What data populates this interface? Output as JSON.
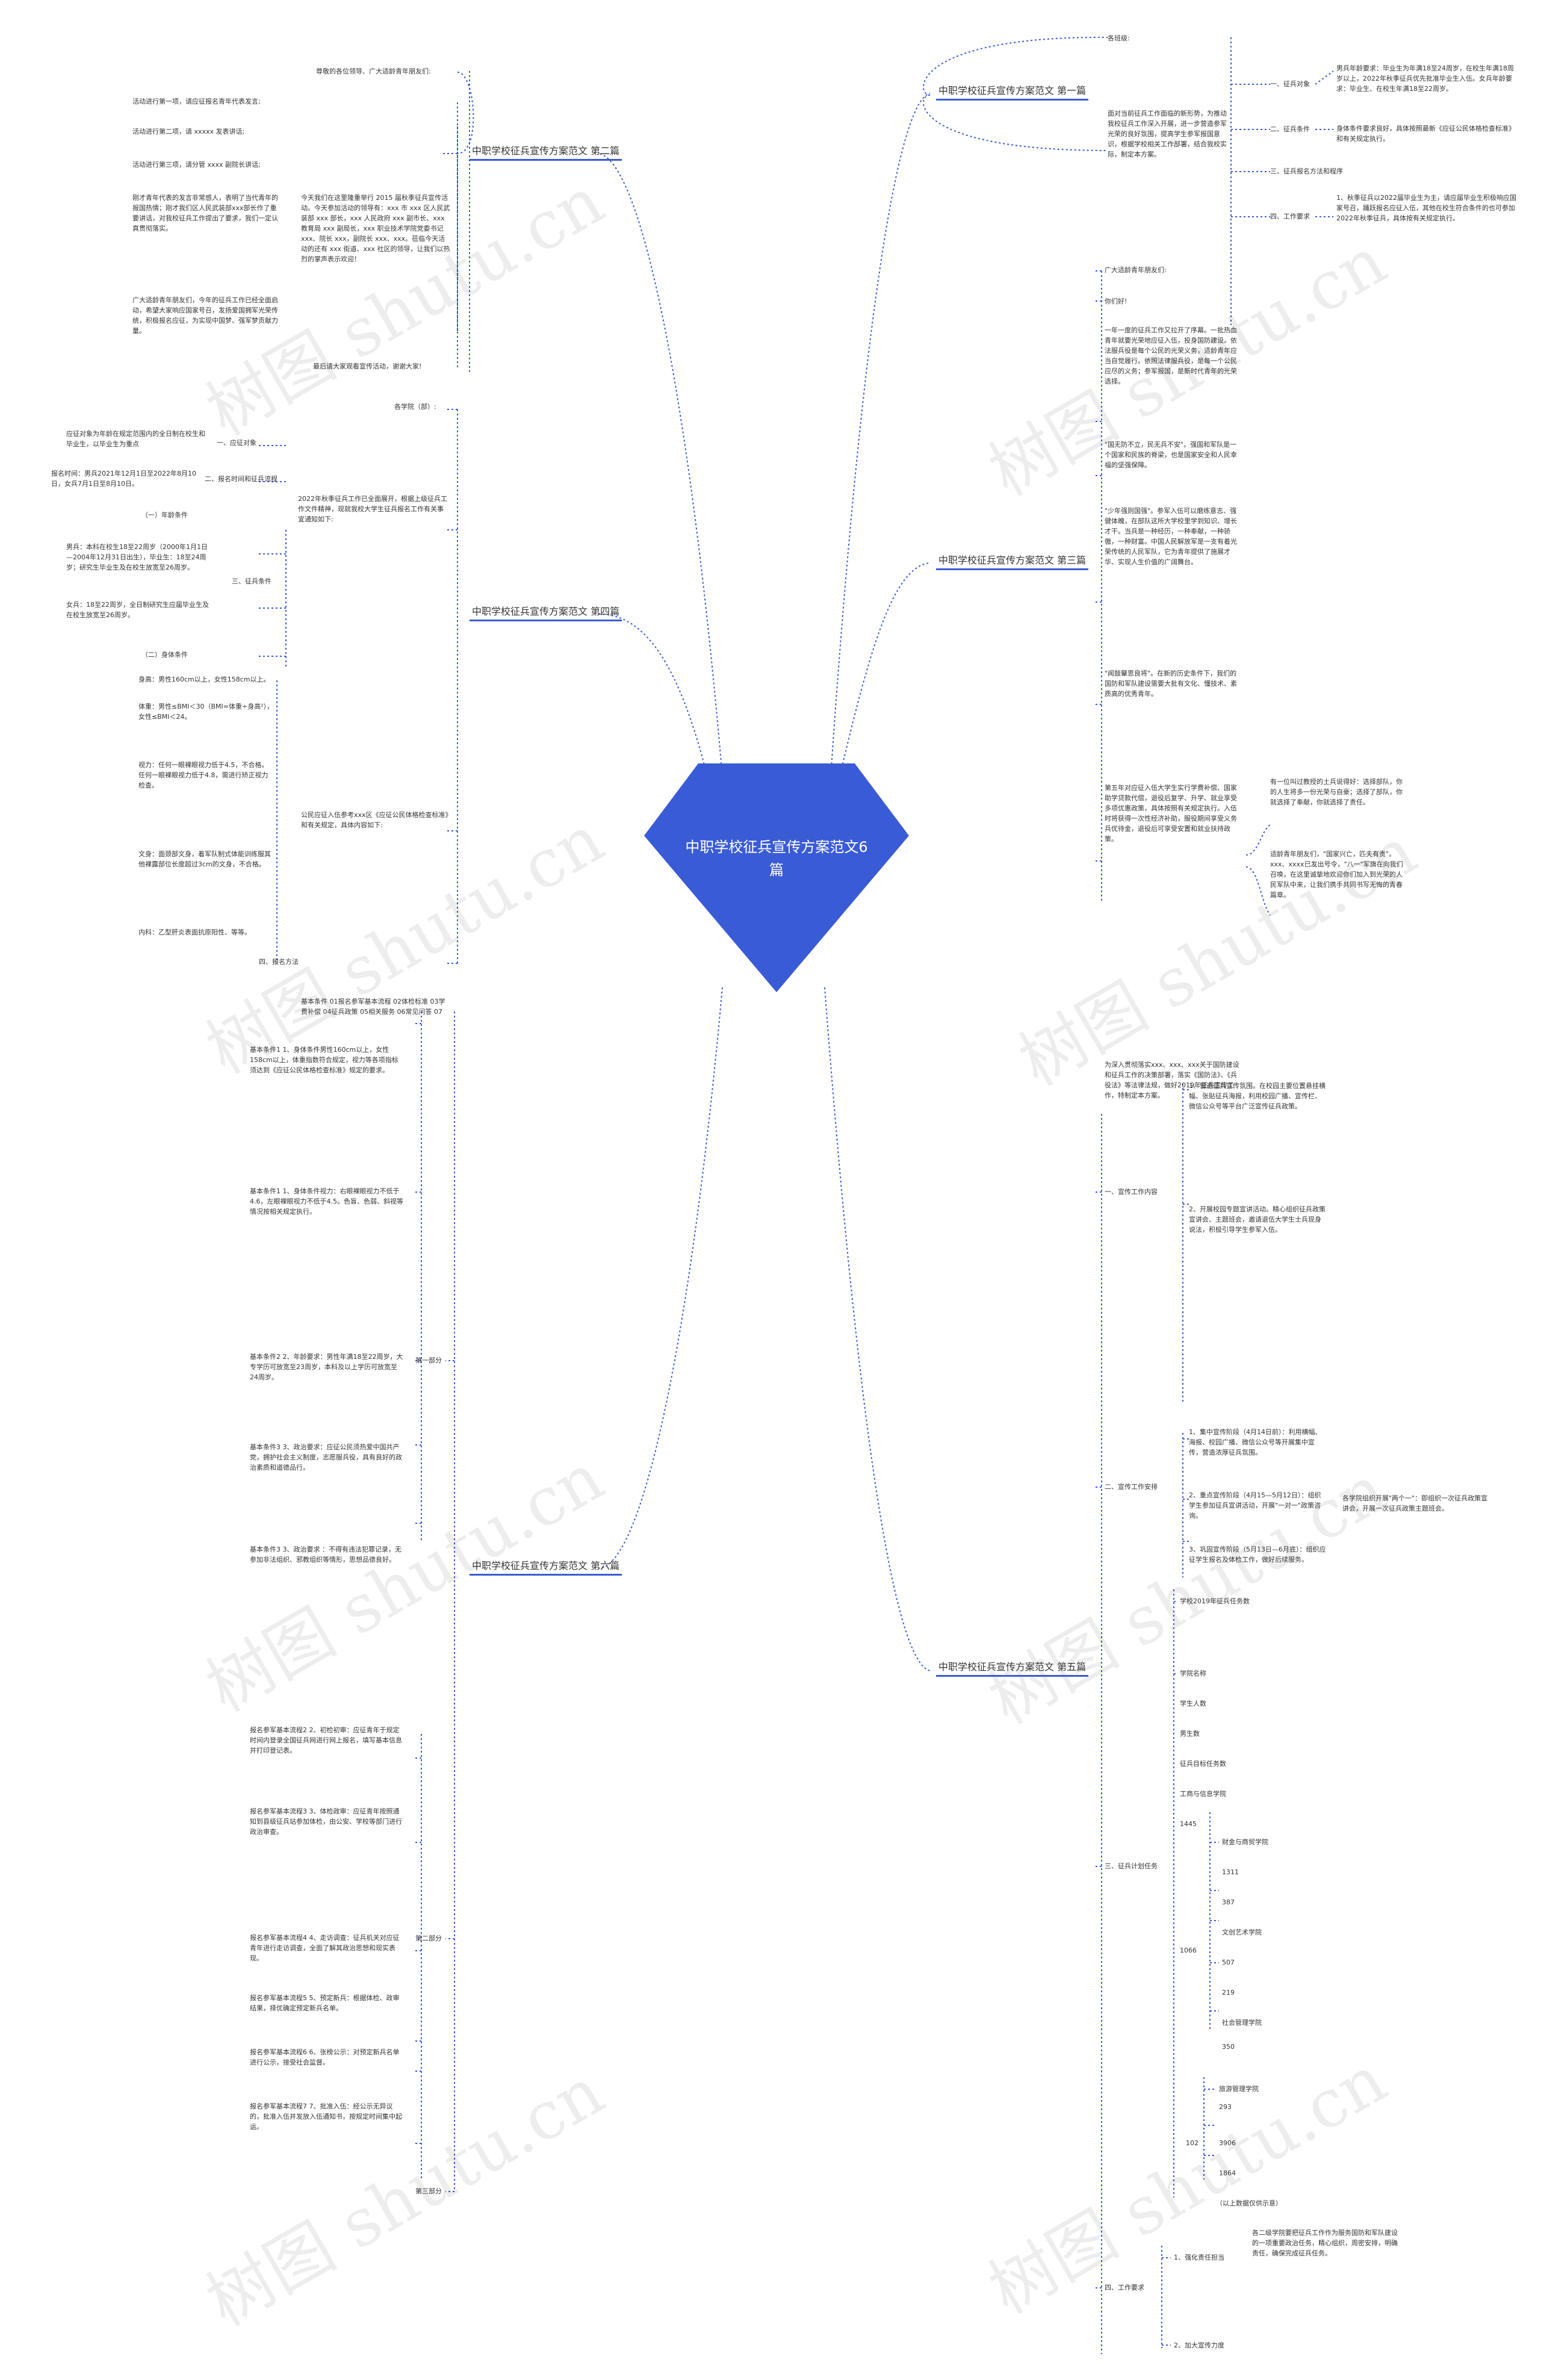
{
  "title": "中职学校征兵宣传方案范文6篇",
  "watermark": "树图 shutu.cn",
  "colors": {
    "center": "#3a5bd6",
    "edge": "#3a5bd6",
    "text": "#333333"
  },
  "branches": {
    "b1": "中职学校征兵宣传方案范文 第一篇",
    "b2": "中职学校征兵宣传方案范文 第二篇",
    "b3": "中职学校征兵宣传方案范文 第三篇",
    "b4": "中职学校征兵宣传方案范文 第四篇",
    "b5": "中职学校征兵宣传方案范文 第五篇",
    "b6": "中职学校征兵宣传方案范文 第六篇"
  },
  "b1": {
    "n1": "各班级:",
    "n2": "面对当前征兵工作面临的新形势，为推动我校征兵工作深入开展，进一步营造参军光荣的良好氛围，提高学生参军报国意识，根据学校相关工作部署，结合我校实际，制定本方案。",
    "n3": "一、征兵对象",
    "n3a": "男兵年龄要求：毕业生为年满18至24周岁，在校生年满18周岁以上，2022年秋季征兵优先批准毕业生入伍。女兵年龄要求：毕业生、在校生年满18至22周岁。",
    "n4": "二、征兵条件",
    "n4a": "身体条件要求良好，具体按照最新《应征公民体格检查标准》和有关规定执行。",
    "n5": "三、征兵报名方法和程序",
    "n6": "四、工作要求",
    "n6a": "1、秋季征兵以2022届毕业生为主，请应届毕业生积极响应国家号召，踊跃报名应征入伍，其他在校生符合条件的也可参加2022年秋季征兵，具体按有关规定执行。"
  },
  "b2": {
    "n1": "尊敬的各位领导、广大适龄青年朋友们:",
    "n2": "活动进行第一项，请应征报名青年代表发言;",
    "n3": "活动进行第二项，请 xxxxx 发表讲话;",
    "n4": "活动进行第三项，请分管 xxxx 副院长讲话;",
    "n5": "今天我们在这里隆重举行 2015 届秋季征兵宣传活动。今天参加活动的领导有：xxx 市 xxx 区人民武装部 xxx 部长，xxx 人民政府 xxx 副市长、xxx 教育局 xxx 副局长，xxx 职业技术学院党委书记 xxx、院长 xxx，副院长 xxx、xxx。莅临今天活动的还有 xxx 街道、xxx 社区的领导，让我们以热烈的掌声表示欢迎！",
    "n6": "刚才青年代表的发言非常感人，表明了当代青年的报国热情；刚才我们区人民武装部xxx部长作了重要讲话，对我校征兵工作提出了要求，我们一定认真贯彻落实。",
    "n7": "广大适龄青年朋友们，今年的征兵工作已经全面启动，希望大家响应国家号召，发扬爱国拥军光荣传统，积极报名应征，为实现中国梦、强军梦贡献力量。",
    "n8": "最后请大家观看宣传活动，谢谢大家!"
  },
  "b3": {
    "n1": "广大适龄青年朋友们:",
    "n2": "你们好!",
    "n3": "一年一度的征兵工作又拉开了序幕。一批热血青年就要光荣地应征入伍，投身国防建设。依法服兵役是每个公民的光荣义务，适龄青年应当自觉履行。依照法律服兵役，是每一个公民应尽的义务；参军报国，是新时代青年的光荣选择。",
    "n4": "\"国无防不立，民无兵不安\"。强国和军队是一个国家和民族的脊梁，也是国家安全和人民幸福的坚强保障。",
    "n5": "\"少年强则国强\"。参军入伍可以磨练意志、强健体魄，在部队这所大学校里学到知识、增长才干。当兵是一种经历，一种奉献，一种骄傲，一种财富。中国人民解放军是一支有着光荣传统的人民军队，它为青年提供了施展才华、实现人生价值的广阔舞台。",
    "n6": "\"闻鼓鼙思良将\"。在新的历史条件下，我们的国防和军队建设需要大批有文化、懂技术、素质高的优秀青年。",
    "n7": "第五年对应征入伍大学生实行学费补偿、国家助学贷款代偿，退役后复学、升学、就业享受多项优惠政策，具体按照有关规定执行。入伍时将获得一次性经济补助，服役期间享受义务兵优待金，退役后可享受安置和就业扶持政策。",
    "n8": "有一位叫过教授的土兵说得好：选择部队，你的人生将多一份光荣与自豪；选择了部队，你就选择了奉献，你就选择了责任。",
    "n9": "适龄青年朋友们，\"国家兴亡，匹夫有责\"。xxx、xxxx已发出号令，\"八一\"军旗在向我们召唤，在这里诚挚地欢迎你们加入到光荣的人民军队中来，让我们携手共同书写无悔的青春篇章。"
  },
  "b4": {
    "n1": "各学院（部）:",
    "n2": "2022年秋季征兵工作已全面展开，根据上级征兵工作文件精神，现就我校大学生征兵报名工作有关事宜通知如下:",
    "n3": "一、应征对象",
    "n3a": "应征对象为年龄在规定范围内的全日制在校生和毕业生，以毕业生为重点",
    "n4": "二、报名时间和征兵流程",
    "n4a": "报名时间：男兵2021年12月1日至2022年8月10日，女兵7月1日至8月10日。",
    "n5": "三、征兵条件",
    "n5a": "（一）年龄条件",
    "n5b": "男兵：本科在校生18至22周岁（2000年1月1日—2004年12月31日出生），毕业生：18至24周岁；研究生毕业生及在校生放宽至26周岁。",
    "n5c": "女兵：18至22周岁，全日制研究生应届毕业生及在校生放宽至26周岁。",
    "n5d": "（二）身体条件",
    "n5e": "身高：男性160cm以上，女性158cm以上。",
    "n5f": "体重：男性≤BMI＜30（BMI=体重÷身高²），女性≤BMI＜24。",
    "n5g": "视力：任何一眼裸眼视力低于4.5，不合格。任何一眼裸眼视力低于4.8，需进行矫正视力检查。",
    "n5h": "文身：面颈部文身，着军队制式体能训练服其他裸露部位长度超过3cm的文身，不合格。",
    "n5i": "内科：乙型肝炎表面抗原阳性、等等。",
    "n6": "公民应征入伍参考xxx区《应征公民体格检查标准》和有关规定，具体内容如下:",
    "n7": "四、报名方法"
  },
  "b5": {
    "n1": "为深入贯彻落实xxx、xxx、xxx关于国防建设和征兵工作的决策部署，落实《国防法》、《兵役法》等法律法规，做好2019年征兵宣传工作，特制定本方案。",
    "n2": "一、宣传工作内容",
    "n2a": "1、营造征兵宣传氛围。在校园主要位置悬挂横幅、张贴征兵海报，利用校园广播、宣传栏、微信公众号等平台广泛宣传征兵政策。",
    "n2b": "2、开展校园专题宣讲活动。精心组织征兵政策宣讲会、主题班会，邀请退伍大学生士兵现身说法，积极引导学生参军入伍。",
    "n3": "二、宣传工作安排",
    "n3a": "1、集中宣传阶段（4月14日前）：利用横幅、海报、校园广播、微信公众号等开展集中宣传，营造浓厚征兵氛围。",
    "n3b": "2、重点宣传阶段（4月15—5月12日）：组织学生参加征兵宣讲活动，开展\"一对一\"政策咨询。",
    "n3c": "3、巩固宣传阶段（5月13日—6月底）：组织应征学生报名及体检工作，做好后续服务。",
    "n3d": "各学院组织开展\"两个一\"：即组织一次征兵政策宣讲会，开展一次征兵政策主题班会。",
    "n4": "三、征兵计划任务",
    "list": [
      "学校2019年征兵任务数",
      "学院名称",
      "学生人数",
      "男生数",
      "征兵目标任务数",
      "工商与信息学院",
      "1445",
      "财金与商贸学院",
      "1311",
      "387",
      "文创艺术学院",
      "1066",
      "507",
      "219",
      "社会管理学院",
      "350",
      "旅游管理学院",
      "293",
      "102",
      "3906",
      "1864",
      "（以上数据仅供示意）"
    ],
    "n5": "四、工作要求",
    "n5a": "1、强化责任担当",
    "n5b": "各二级学院要把征兵工作作为服务国防和军队建设的一项重要政治任务，精心组织，周密安排，明确责任，确保完成征兵任务。",
    "n5c": "2、加大宣传力度"
  },
  "b6": {
    "n1": "基本条件 01报名参军基本流程 02体检标准 03学费补偿 04征兵政策 05相关服务 06常见问答 07",
    "g1": "第一部分",
    "p1": "基本条件1 1、身体条件男性160cm以上，女性158cm以上，体重指数符合规定，视力等各项指标须达到《应征公民体格检查标准》规定的要求。",
    "p2": "基本条件1 1、身体条件视力：右眼裸眼视力不低于4.6，左眼裸眼视力不低于4.5。色盲、色弱、斜视等情况按相关规定执行。",
    "p3": "基本条件2 2、年龄要求：男性年满18至22周岁，大专学历可放宽至23周岁，本科及以上学历可放宽至24周岁。",
    "p4": "基本条件3 3、政治要求：应征公民须热爱中国共产党，拥护社会主义制度，志愿服兵役，具有良好的政治素质和道德品行。",
    "p5": "基本条件3 3、政治要求 ：不得有违法犯罪记录，无参加非法组织、邪教组织等情形，思想品德良好。",
    "g2": "第二部分",
    "q1": "报名参军基本流程2 2、初检初审：应征青年于规定时间内登录全国征兵网进行网上报名，填写基本信息并打印登记表。",
    "q2": "报名参军基本流程3 3、体检政审：应征青年按照通知到县级征兵站参加体检，由公安、学校等部门进行政治审查。",
    "q3": "报名参军基本流程4 4、走访调查：征兵机关对应征青年进行走访调查，全面了解其政治思想和现实表现。",
    "q4": "报名参军基本流程5 5、预定新兵：根据体检、政审结果，择优确定预定新兵名单。",
    "q5": "报名参军基本流程6 6、张榜公示：对预定新兵名单进行公示，接受社会监督。",
    "q6": "报名参军基本流程7 7、批准入伍：经公示无异议的，批准入伍并发放入伍通知书，按规定时间集中起运。",
    "g3": "第三部分"
  }
}
